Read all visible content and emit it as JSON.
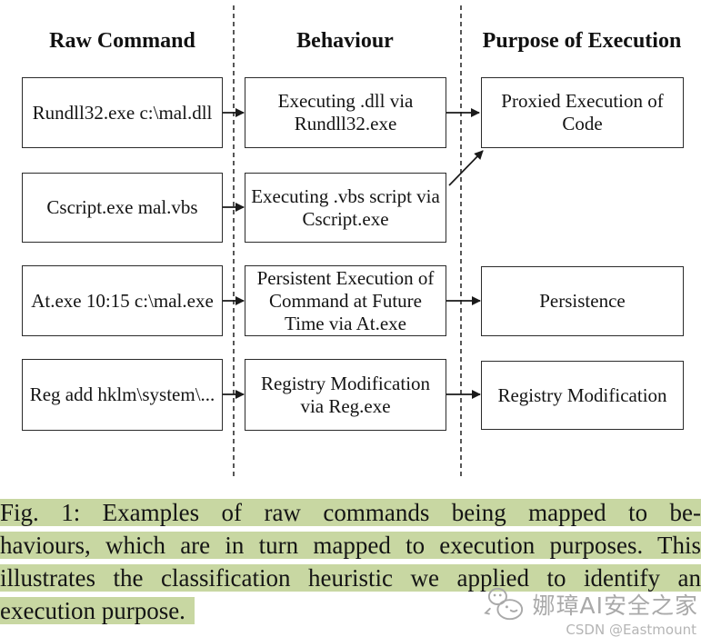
{
  "figure": {
    "column_headers": [
      "Raw Command",
      "Behaviour",
      "Purpose of Execution"
    ],
    "raw_commands": [
      "Rundll32.exe c:\\mal.dll",
      "Cscript.exe mal.vbs",
      "At.exe 10:15 c:\\mal.exe",
      "Reg add hklm\\system\\..."
    ],
    "behaviours": [
      "Executing .dll via Rundll32.exe",
      "Executing .vbs script via Cscript.exe",
      "Persistent Execution of Command at Future Time via At.exe",
      "Registry Modification via Reg.exe"
    ],
    "purposes": [
      "Proxied Execution of Code",
      "Persistence",
      "Registry Modification"
    ],
    "colors": {
      "caption_highlight": "#c8d7a2",
      "box_border": "#2b2b2b",
      "line_black": "#1a1a1a",
      "watermark_gray": "#a9a9a9"
    }
  },
  "caption": {
    "lines": [
      "Fig. 1: Examples of raw commands being mapped to be-",
      "haviours, which are in turn mapped to execution purposes. This",
      "illustrates the classification heuristic we applied to identify an",
      "execution purpose."
    ]
  },
  "watermark": {
    "site_name": "娜璋AI安全之家",
    "credit": "CSDN @Eastmount"
  }
}
